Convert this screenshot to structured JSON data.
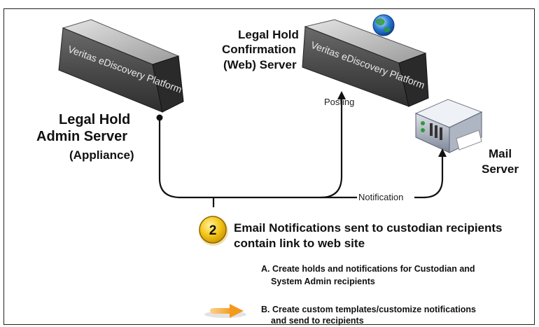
{
  "appliance_label": "Veritas eDiscovery Platform",
  "web_server_label": "Veritas eDiscovery Platform",
  "admin_server": {
    "line1": "Legal Hold",
    "line2": "Admin Server",
    "line3": "(Appliance)"
  },
  "web_server": {
    "line1": "Legal Hold",
    "line2": "Confirmation",
    "line3": "(Web) Server"
  },
  "mail_server": {
    "line1": "Mail",
    "line2": "Server"
  },
  "posting_label": "Posting",
  "notification_label": "Notification",
  "step": {
    "number": "2",
    "line1": "Email Notifications sent to custodian recipients",
    "line2": "contain link to web site"
  },
  "list": {
    "a_line1": "A. Create holds and notifications for Custodian and",
    "a_line2": "System Admin recipients",
    "b_line1": "B. Create custom templates/customize notifications",
    "b_line2": "and send to recipients"
  },
  "colors": {
    "server_dark": "#3a3a3a",
    "server_light": "#8a8a8a",
    "badge_yellow": "#f5c518",
    "arrow_orange": "#f39a1e"
  }
}
